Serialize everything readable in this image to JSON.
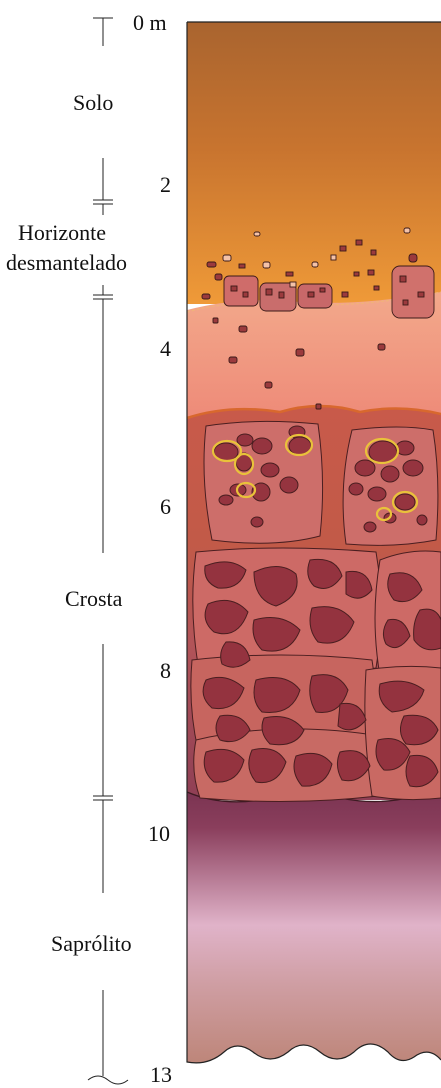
{
  "depth_labels": {
    "d0": "0 m",
    "d2": "2",
    "d4": "4",
    "d6": "6",
    "d8": "8",
    "d10": "10",
    "d13": "13"
  },
  "layers": {
    "solo": "Solo",
    "horizonte_1": "Horizonte",
    "horizonte_2": "desmantelado",
    "crosta": "Crosta",
    "saprolito": "Saprólito"
  },
  "colors": {
    "solo_top": "#a9642f",
    "solo_bottom": "#ef9a38",
    "dismantled_band": "#ef8f74",
    "crust_matrix": "#c85a4a",
    "nodule_block": "#cd6a66",
    "nodule_dark": "#94333f",
    "yellow_rim": "#e9c23a",
    "saprolite_top": "#7b3452",
    "saprolite_mid": "#e0b3c9",
    "saprolite_bottom": "#b87e6c"
  }
}
